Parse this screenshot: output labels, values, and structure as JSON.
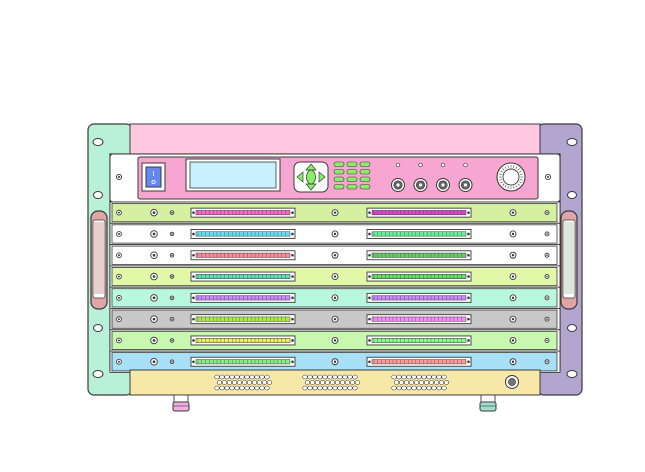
{
  "diagram": {
    "colors": {
      "outline": "#3a3a3a",
      "ear_left": "#b8f0d8",
      "ear_right": "#b2a6d0",
      "top_cover": "#ffc8e0",
      "control_panel": "#f6a6d0",
      "display": "#c8f0ff",
      "power_switch": "#6688ee",
      "bottom_panel": "#f8e8a8",
      "handle": "#e0a6a6",
      "foot_left": "#f0b0e0",
      "foot_right": "#a0e0d0"
    },
    "control_panel": {
      "keypad_rows": 4,
      "keypad_cols": 3,
      "knob_count": 4,
      "power_switch_label": "I"
    },
    "modules": [
      {
        "color": "#d4f0a0",
        "strip_colors": [
          "#ff66cc",
          "#dd44cc"
        ]
      },
      {
        "color": "#ffffff",
        "strip_colors": [
          "#66ddee",
          "#66ee99"
        ]
      },
      {
        "color": "#ffffff",
        "strip_colors": [
          "#ff8899",
          "#66cc66"
        ]
      },
      {
        "color": "#e0f8a8",
        "strip_colors": [
          "#66ddbb",
          "#66dd66"
        ]
      },
      {
        "color": "#b8f8e0",
        "strip_colors": [
          "#cc88ff",
          "#cc88ff"
        ]
      },
      {
        "color": "#c8c8c8",
        "strip_colors": [
          "#aaee44",
          "#ff88ff"
        ]
      },
      {
        "color": "#c8f8b0",
        "strip_colors": [
          "#eeee66",
          "#88ff88"
        ]
      },
      {
        "color": "#a8e0f8",
        "strip_colors": [
          "#88ee88",
          "#ff9999"
        ]
      }
    ],
    "bottom_panel": {
      "vent_groups": 3
    }
  }
}
